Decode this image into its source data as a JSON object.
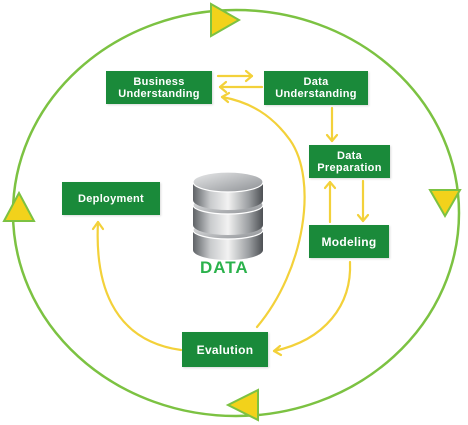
{
  "colors": {
    "cycle_ring": "#7cc242",
    "cycle_arrowhead": "#f2d21b",
    "flow_arrow": "#f3d13a",
    "box_fill": "#1a8a3a",
    "center_text": "#2bb24c"
  },
  "icons": {
    "center": "database-icon"
  },
  "steps": [
    {
      "id": "business",
      "label": "Business\nUnderstanding"
    },
    {
      "id": "data_understanding",
      "label": "Data\nUnderstanding"
    },
    {
      "id": "data_preparation",
      "label": "Data\nPreparation"
    },
    {
      "id": "modeling",
      "label": "Modeling"
    },
    {
      "id": "evaluation",
      "label": "Evalution"
    },
    {
      "id": "deployment",
      "label": "Deployment"
    }
  ],
  "center_label": "DATA"
}
